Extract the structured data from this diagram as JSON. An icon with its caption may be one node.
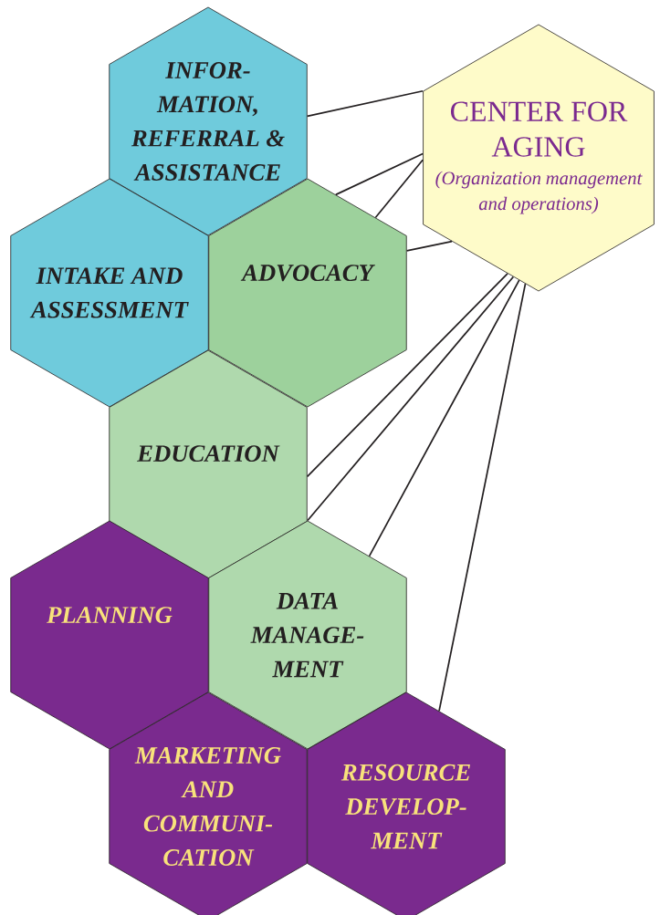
{
  "diagram": {
    "nodes": [
      {
        "text": [
          "INFOR-MATION, REFERRAL & ASSISTANCE"
        ]
      },
      {
        "text": [
          "CENTER FOR AGING",
          "(Organization management and operations)"
        ]
      },
      {
        "text": [
          "INTAKE AND ASSESSMENT"
        ]
      },
      {
        "text": [
          "ADVOCACY"
        ]
      },
      {
        "text": [
          "EDUCATION"
        ]
      },
      {
        "text": [
          "PLANNING"
        ]
      },
      {
        "text": [
          "DATA MANAGE-MENT"
        ]
      },
      {
        "text": [
          "MARKETING AND COMMUNI-CATION"
        ]
      },
      {
        "text": [
          "RESOURCE DEVELOP-MENT"
        ]
      }
    ],
    "edges": [
      {
        "from": 1,
        "to": 0,
        "arrow": "none"
      },
      {
        "from": 1,
        "to": 3,
        "arrow": "none"
      },
      {
        "from": 1,
        "to": 3,
        "arrow": "none"
      },
      {
        "from": 1,
        "to": 3,
        "arrow": "none"
      },
      {
        "from": 1,
        "to": 4,
        "arrow": "none"
      },
      {
        "from": 1,
        "to": 6,
        "arrow": "none"
      },
      {
        "from": 1,
        "to": 6,
        "arrow": "none"
      },
      {
        "from": 1,
        "to": 8,
        "arrow": "none"
      }
    ]
  }
}
